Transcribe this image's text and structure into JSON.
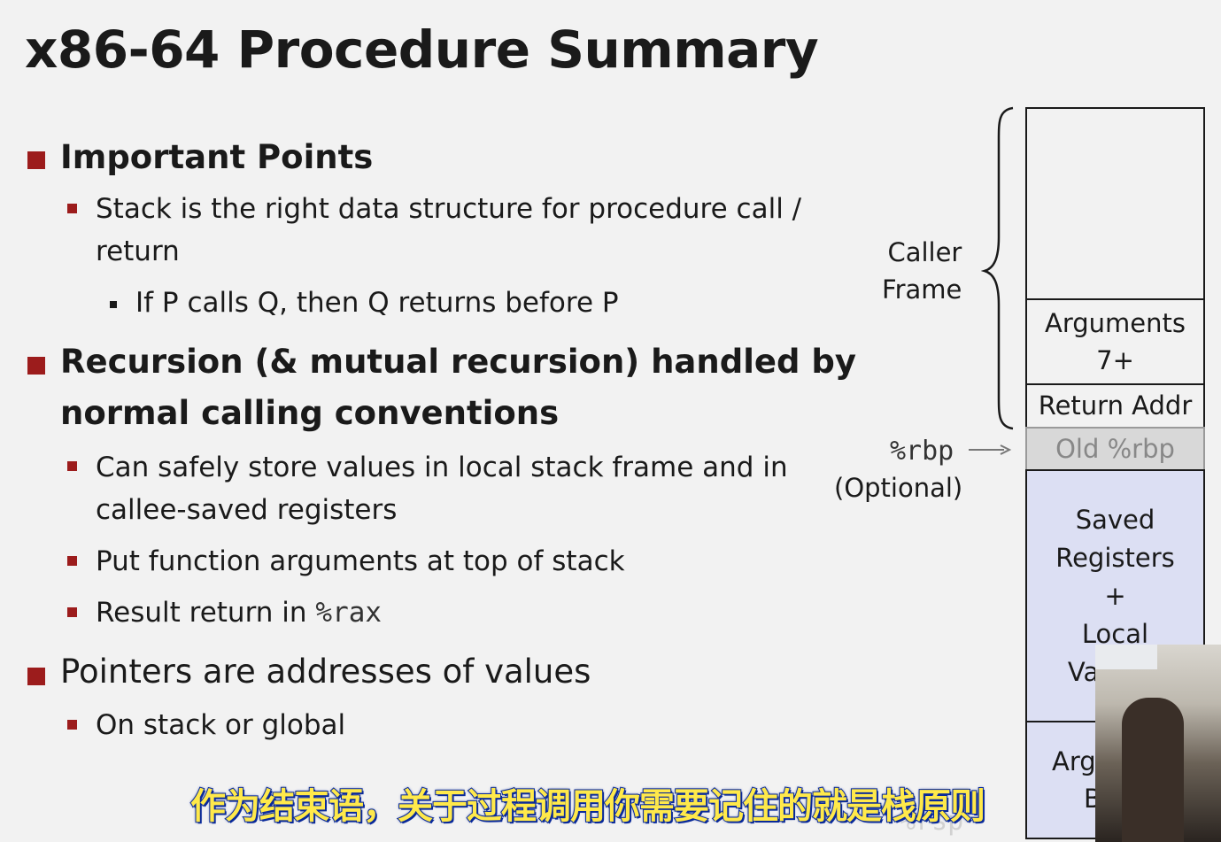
{
  "title": "x86-64 Procedure Summary",
  "bullets": {
    "important": "Important Points",
    "stack_right_1": "Stack is the right data structure for procedure call /",
    "stack_right_2": "return",
    "pq": "If P calls Q, then Q returns before P",
    "recursion_1": "Recursion (& mutual recursion) handled by",
    "recursion_2": "normal calling conventions",
    "safely_1": "Can safely store values in local stack frame and in",
    "safely_2": "callee-saved registers",
    "args_top": "Put function arguments at top of stack",
    "result_prefix": "Result return in ",
    "result_reg": "%rax",
    "pointers": "Pointers are addresses of values",
    "stack_global": "On stack or global"
  },
  "diagram": {
    "caller_frame_1": "Caller",
    "caller_frame_2": "Frame",
    "rbp_reg": "%rbp",
    "optional": "(Optional)",
    "arguments_1": "Arguments",
    "arguments_2": "7+",
    "return_addr": "Return Addr",
    "old_rbp": "Old %rbp",
    "saved_1": "Saved",
    "saved_2": "Registers",
    "saved_3": "+",
    "saved_4": "Local",
    "saved_5": "Var",
    "arg_build_1": "Arg",
    "arg_build_2": "B",
    "rsp_partial": "%rsp",
    "colors": {
      "normal_cell": "#f2f2f2",
      "old_rbp_cell": "#d8d8d8",
      "frame_cell": "#dcdff3",
      "bullet_accent": "#9c1c1c"
    }
  },
  "subtitle": "作为结束语，关于过程调用你需要记住的就是栈原则"
}
